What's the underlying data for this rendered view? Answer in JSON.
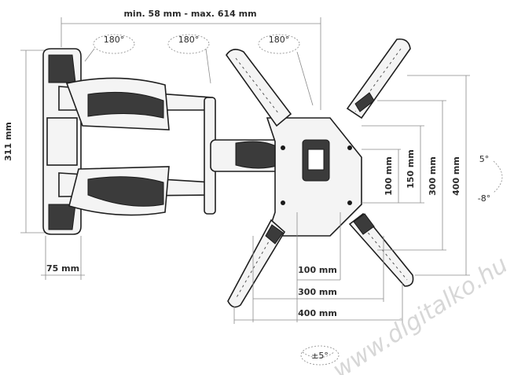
{
  "dimensions": {
    "arm_range": "min. 58 mm - max. 614 mm",
    "height": "311 mm",
    "depth": "75 mm",
    "vesa_h_100": "100 mm",
    "vesa_h_300": "300 mm",
    "vesa_h_400": "400 mm",
    "vesa_v_100": "100 mm",
    "vesa_v_150": "150 mm",
    "vesa_v_300": "300 mm",
    "vesa_v_400": "400 mm"
  },
  "angles": {
    "swivel_1": "180°",
    "swivel_2": "180°",
    "swivel_3": "180°",
    "tilt_up": "5°",
    "tilt_down": "-8°",
    "rotate": "±5°"
  },
  "watermark": "www.digitalko.hu"
}
